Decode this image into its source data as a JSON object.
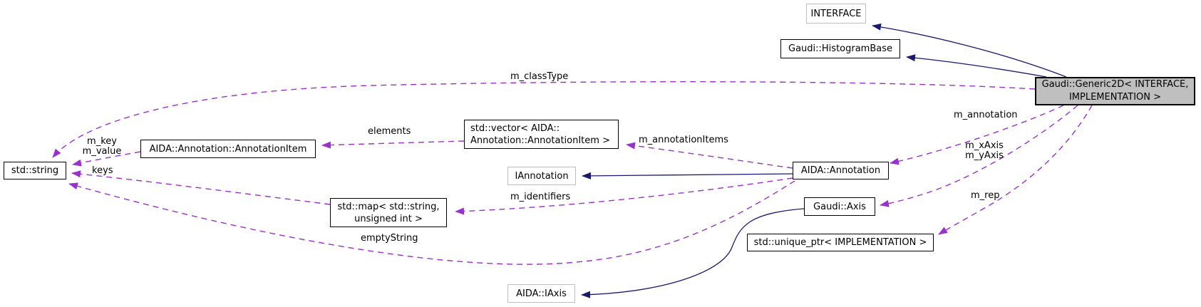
{
  "diagram": {
    "kind": "collaboration-graph",
    "nodes": {
      "interface": {
        "label": "INTERFACE"
      },
      "histogram_base": {
        "label": "Gaudi::HistogramBase"
      },
      "generic2d": {
        "line1": "Gaudi::Generic2D< INTERFACE,",
        "line2": "IMPLEMENTATION >"
      },
      "vector_item": {
        "line1": "std::vector< AIDA::",
        "line2": "Annotation::AnnotationItem >"
      },
      "annotation_item": {
        "label": "AIDA::Annotation::AnnotationItem"
      },
      "std_string": {
        "label": "std::string"
      },
      "iannotation": {
        "label": "IAnnotation"
      },
      "annotation": {
        "label": "AIDA::Annotation"
      },
      "std_map": {
        "line1": "std::map< std::string,",
        "line2": "unsigned int >"
      },
      "axis": {
        "label": "Gaudi::Axis"
      },
      "unique_ptr": {
        "label": "std::unique_ptr< IMPLEMENTATION >"
      },
      "iaxis": {
        "label": "AIDA::IAxis"
      }
    },
    "edge_labels": {
      "m_classType": "m_classType",
      "elements": "elements",
      "m_annotationItems": "m_annotationItems",
      "m_annotation": "m_annotation",
      "m_key": "m_key",
      "m_value": "m_value",
      "m_xAxis": "m_xAxis",
      "m_yAxis": "m_yAxis",
      "keys": "keys",
      "m_identifiers": "m_identifiers",
      "m_rep": "m_rep",
      "emptyString": "emptyString"
    },
    "colors": {
      "inheritance_edge": "#191970",
      "usage_edge": "#9932cc",
      "focus_node_fill": "#bfbfbf",
      "node_border": "#000000",
      "external_node_border": "#bebebe",
      "background": "#ffffff",
      "text": "#000000"
    }
  }
}
